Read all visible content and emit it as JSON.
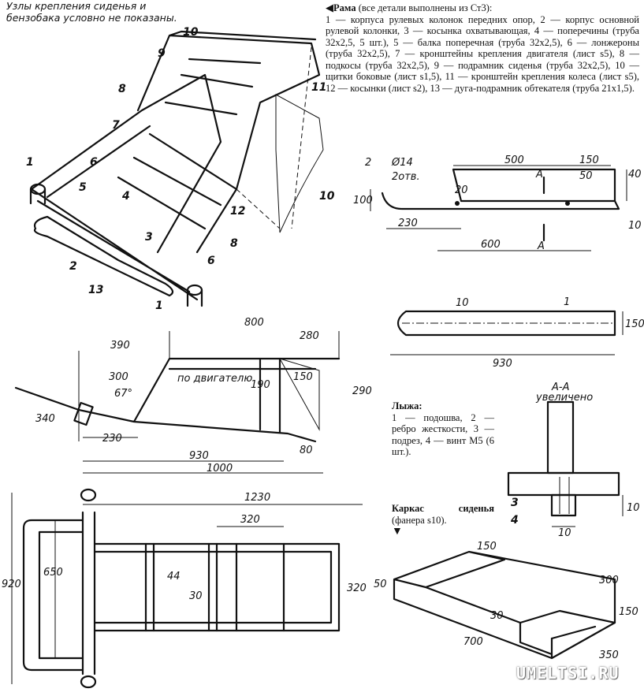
{
  "note": "Узлы крепления сиденья и бензобака условно не показаны.",
  "frame_caption": {
    "title": "Рама",
    "title_suffix": " (все детали выполнены из Ст3):",
    "body": "1 — корпуса рулевых колонок передних опор, 2 — корпус основной рулевой колонки, 3 — косынка охватывающая, 4 — поперечины (труба 32x2,5, 5 шт.), 5 — балка поперечная (труба 32x2,5), 6 — лонжероны (труба 32x2,5), 7 — кронштейны крепления двигателя (лист s5), 8 — подкосы (труба 32x2,5), 9 — подрамник сиденья (труба 32x2,5), 10 — щитки боковые (лист s1,5), 11 — кронштейн крепления колеса (лист s5), 12 — косынки (лист s2), 13 — дуга-подрамник обтекателя (труба 21x1,5)."
  },
  "ski_caption": {
    "title": "Лыжа:",
    "body": "1 — подошва, 2 — ребро жесткости, 3 — подрез, 4 — винт М5 (6 шт.)."
  },
  "seat_caption": {
    "title": "Каркас сиденья",
    "body": " (фанера s10)."
  },
  "perspective_labels": [
    "10",
    "9",
    "8",
    "7",
    "11",
    "6",
    "1",
    "5",
    "4",
    "12",
    "10",
    "3",
    "8",
    "2",
    "6",
    "13",
    "1"
  ],
  "ski_side_labels": [
    "2",
    "Ø14",
    "2отв.",
    "500",
    "150",
    "А",
    "50",
    "40",
    "20",
    "100",
    "10",
    "230",
    "600",
    "А"
  ],
  "ski_top_labels": [
    "1",
    "10",
    "150",
    "930"
  ],
  "section_labels": [
    "А-А",
    "увеличено",
    "3",
    "4",
    "10",
    "10"
  ],
  "side_view_labels": [
    "800",
    "390",
    "280",
    "по двигателю",
    "300",
    "67°",
    "190",
    "150",
    "290",
    "340",
    "230",
    "930",
    "80",
    "1000"
  ],
  "top_view_labels": [
    "1230",
    "320",
    "920",
    "650",
    "44",
    "30",
    "320"
  ],
  "seat_labels": [
    "150",
    "50",
    "300",
    "30",
    "150",
    "700",
    "350"
  ],
  "watermark": "UMELTSI.RU"
}
